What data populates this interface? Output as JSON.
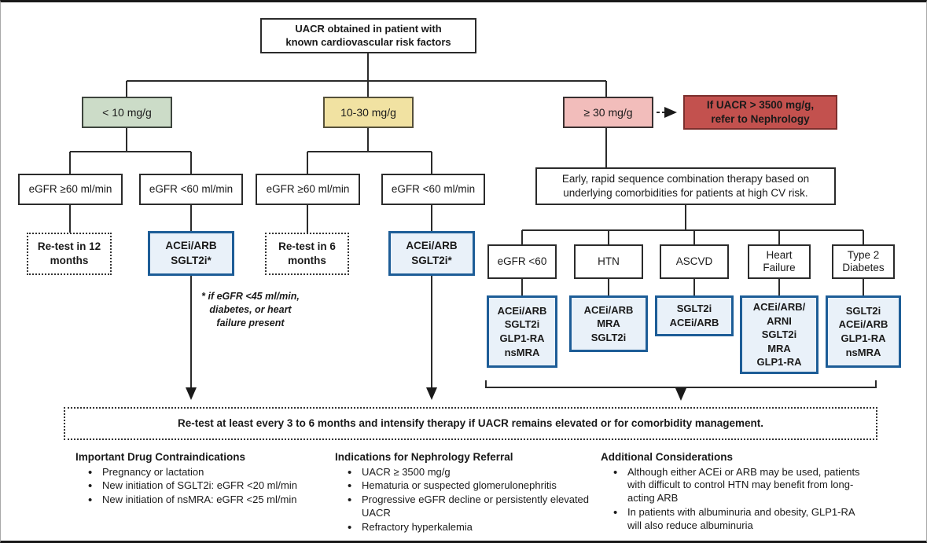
{
  "root_box": {
    "text": "UACR obtained in patient with\nknown cardiovascular risk factors"
  },
  "uacr_branches": [
    {
      "label": "< 10 mg/g"
    },
    {
      "label": "10-30 mg/g"
    },
    {
      "label": "≥ 30 mg/g"
    }
  ],
  "nephrology_alert": {
    "text": "If UACR > 3500 mg/g,\nrefer to Nephrology"
  },
  "left_branch": {
    "egfr_high": "eGFR ≥60 ml/min",
    "egfr_low": "eGFR <60 ml/min",
    "retest": "Re-test in 12\nmonths",
    "therapy": "ACEi/ARB\nSGLT2i*"
  },
  "mid_branch": {
    "egfr_high": "eGFR ≥60 ml/min",
    "egfr_low": "eGFR <60 ml/min",
    "retest": "Re-test in 6\nmonths",
    "therapy": "ACEi/ARB\nSGLT2i*"
  },
  "footnote": {
    "text": "* if eGFR <45 ml/min,\ndiabetes, or heart\nfailure present"
  },
  "right_branch": {
    "strategy": "Early, rapid sequence combination therapy based on\nunderlying comorbidities for patients at high CV risk.",
    "comorbidities": [
      {
        "label": "eGFR <60",
        "therapy": "ACEi/ARB\nSGLT2i\nGLP1-RA\nnsMRA"
      },
      {
        "label": "HTN",
        "therapy": "ACEi/ARB\nMRA\nSGLT2i"
      },
      {
        "label": "ASCVD",
        "therapy": "SGLT2i\nACEi/ARB"
      },
      {
        "label": "Heart\nFailure",
        "therapy": "ACEi/ARB/\nARNI\nSGLT2i\nMRA\nGLP1-RA"
      },
      {
        "label": "Type 2\nDiabetes",
        "therapy": "SGLT2i\nACEi/ARB\nGLP1-RA\nnsMRA"
      }
    ]
  },
  "retest_banner": {
    "text": "Re-test at least every 3 to 6 months and intensify therapy if UACR remains elevated or for comorbidity management."
  },
  "notes": [
    {
      "heading": "Important Drug Contraindications",
      "bullets": [
        "Pregnancy or lactation",
        "New initiation of SGLT2i: eGFR <20 ml/min",
        "New initiation of nsMRA: eGFR <25 ml/min"
      ]
    },
    {
      "heading": "Indications for Nephrology Referral",
      "bullets": [
        "UACR ≥ 3500 mg/g",
        "Hematuria or suspected glomerulonephritis",
        "Progressive eGFR decline or persistently elevated UACR",
        "Refractory hyperkalemia"
      ]
    },
    {
      "heading": "Additional Considerations",
      "bullets": [
        "Although either ACEi or ARB may be used, patients with difficult to control HTN may benefit from long-acting ARB",
        "In patients with albuminuria and obesity, GLP1-RA will also reduce albuminuria"
      ]
    }
  ],
  "colors": {
    "low_green": "#ccdcc8",
    "mid_yellow": "#f1e2a2",
    "high_pink": "#f2bdbb",
    "alert_red": "#c3514e",
    "therapy_border_blue": "#1d5d97",
    "therapy_fill_blue": "#e9f1f9",
    "line": "#2b2b2b"
  }
}
